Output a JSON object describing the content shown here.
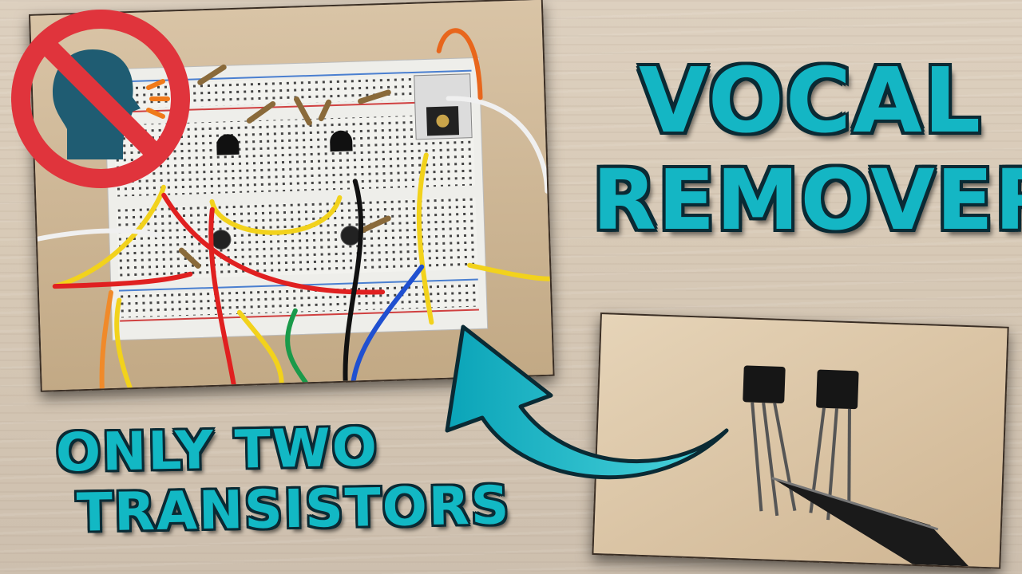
{
  "title": {
    "line1": "VOCAL",
    "line2": "REMOVER"
  },
  "subtitle": {
    "line1": "ONLY TWO",
    "line2": "TRANSISTORS"
  },
  "colors": {
    "title_fill": "#14b6c4",
    "title_outline": "#0a2a34",
    "prohibition_red": "#e0343c",
    "icon_head": "#1f5c72",
    "sound_orange": "#f07a1a"
  },
  "icons": {
    "prohibition": "no-talking-icon",
    "arrow": "curved-arrow-icon"
  }
}
